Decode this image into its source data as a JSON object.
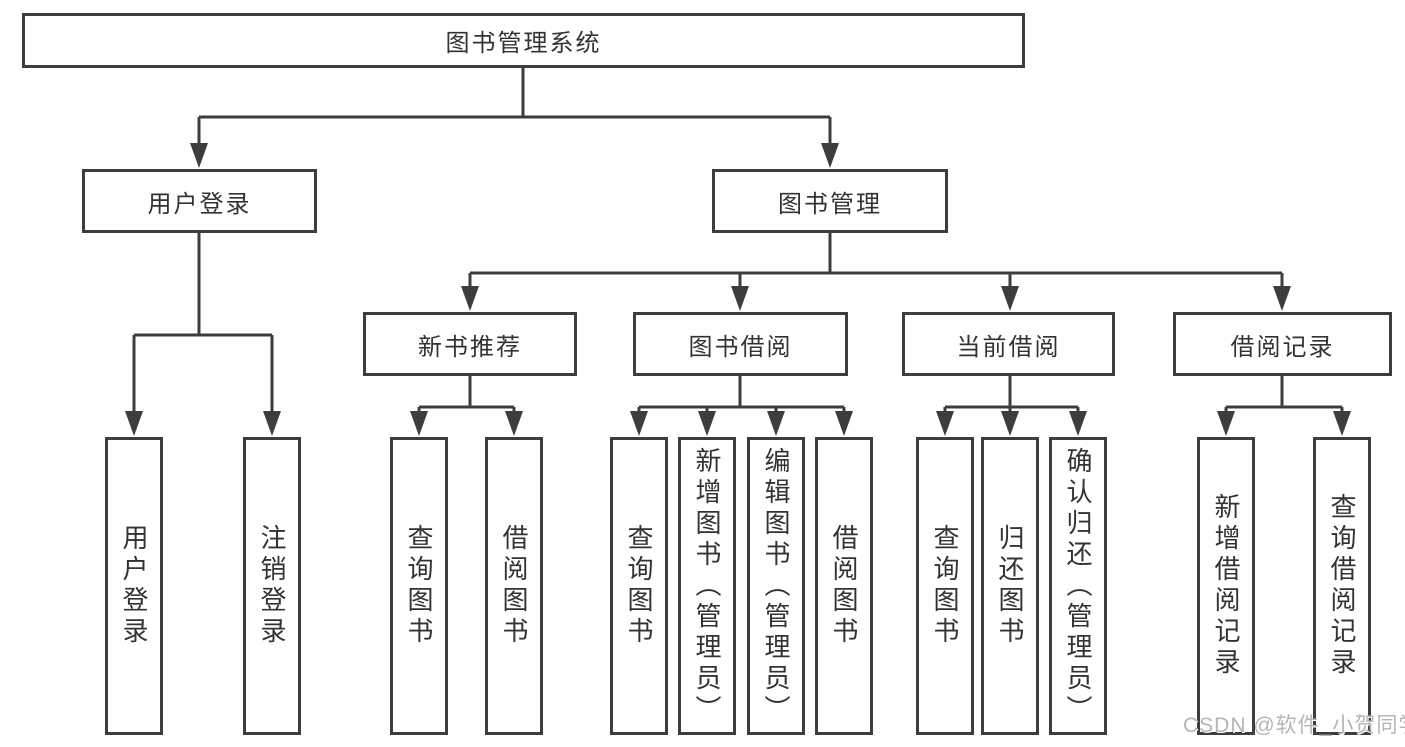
{
  "diagram": {
    "root": {
      "label": "图书管理系统"
    },
    "branches": [
      {
        "label": "用户登录",
        "children": [
          {
            "label": "用户登录"
          },
          {
            "label": "注销登录"
          }
        ]
      },
      {
        "label": "图书管理",
        "children": [
          {
            "label": "新书推荐",
            "children": [
              {
                "label": "查询图书"
              },
              {
                "label": "借阅图书"
              }
            ]
          },
          {
            "label": "图书借阅",
            "children": [
              {
                "label": "查询图书"
              },
              {
                "label": "新增图书（管理员）"
              },
              {
                "label": "编辑图书（管理员）"
              },
              {
                "label": "借阅图书"
              }
            ]
          },
          {
            "label": "当前借阅",
            "children": [
              {
                "label": "查询图书"
              },
              {
                "label": "归还图书"
              },
              {
                "label": "确认归还（管理员）"
              }
            ]
          },
          {
            "label": "借阅记录",
            "children": [
              {
                "label": "新增借阅记录"
              },
              {
                "label": "查询借阅记录"
              }
            ]
          }
        ]
      }
    ]
  },
  "watermark": {
    "text": "CSDN @软件_小贺同学"
  },
  "colors": {
    "line": "#3d3d3d",
    "text": "#333333",
    "watermark": "#b5b5b5",
    "background": "#ffffff"
  }
}
